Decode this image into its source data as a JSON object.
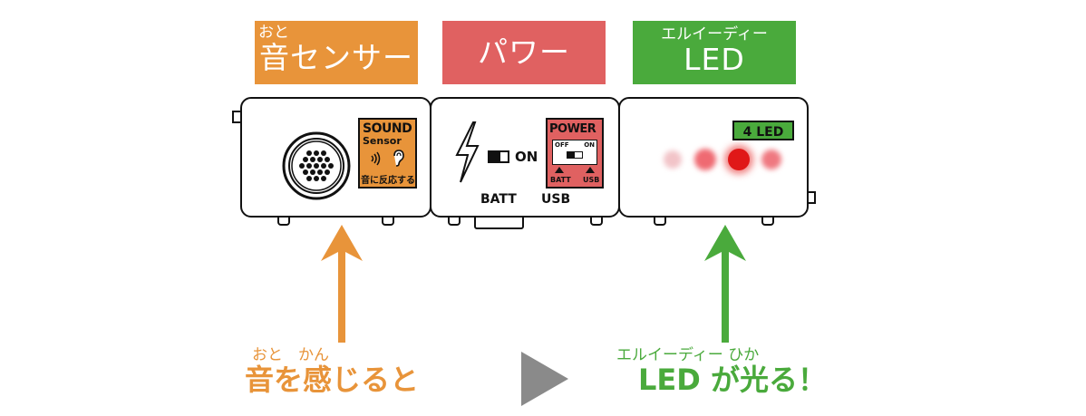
{
  "labels": {
    "sound": {
      "ruby": "おと",
      "text": "音センサー",
      "color": "#e8943a"
    },
    "power": {
      "text": "パワー",
      "color": "#e06161"
    },
    "led": {
      "ruby": "エルイーディー",
      "text": "LED",
      "color": "#4aaa3c"
    }
  },
  "sound_module": {
    "badge_title": "SOUND",
    "badge_subtitle": "Sensor",
    "badge_caption": "音に反応する",
    "badge_color": "#e8943a"
  },
  "power_module": {
    "switch_label": "ON",
    "batt_label": "BATT",
    "usb_label": "USB",
    "badge_title": "POWER",
    "badge_off": "OFF",
    "badge_on": "ON",
    "badge_batt": "BATT",
    "badge_usb": "USB",
    "badge_color": "#e06161"
  },
  "led_module": {
    "badge_text": "4 LED",
    "badge_color": "#4aaa3c",
    "led_color": "#e01818"
  },
  "captions": {
    "left": {
      "ruby": "おと　かん",
      "text": "音を感じると",
      "color": "#e8943a"
    },
    "right": {
      "ruby": "エルイーディー ひか",
      "text": "LED が光る！",
      "color": "#4aaa3c"
    }
  },
  "play_icon_color": "#8a8a8a"
}
